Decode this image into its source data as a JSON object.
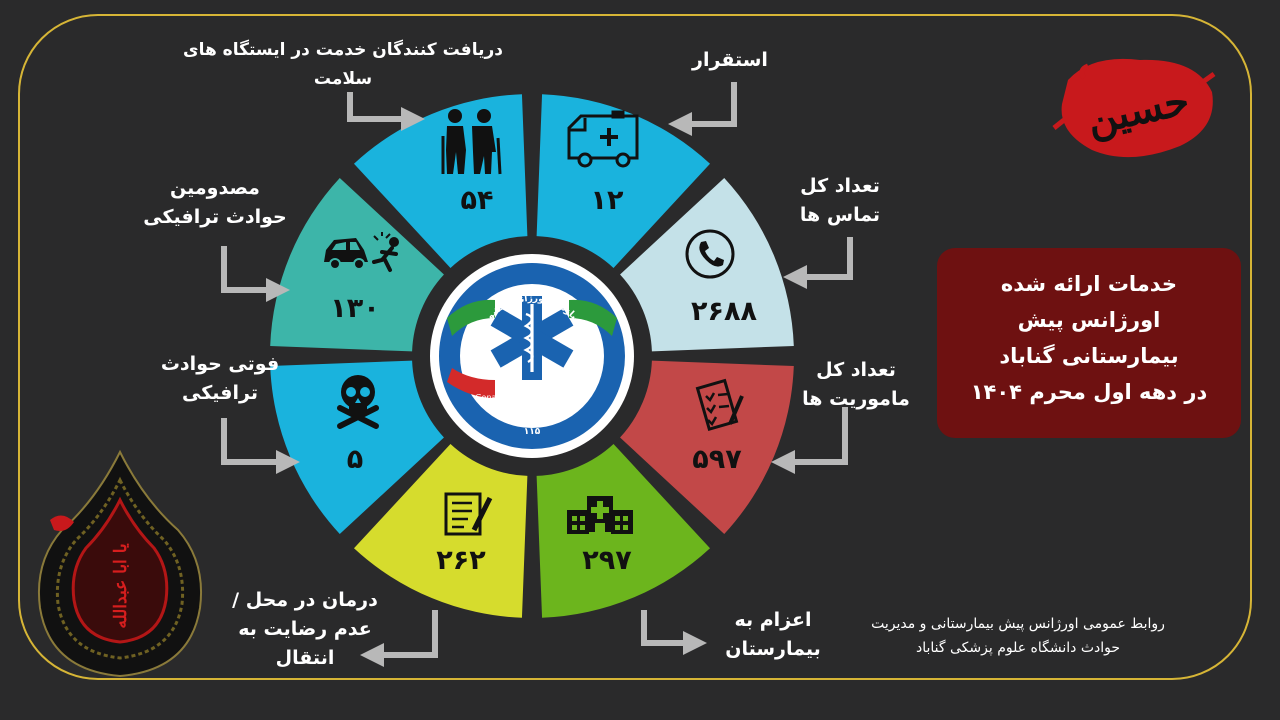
{
  "wheel": {
    "segments": [
      {
        "number": "۱۲",
        "icon": "ambulance-icon",
        "color": "#1ab3dd"
      },
      {
        "number": "۲۶۸۸",
        "icon": "phone-icon",
        "color": "#c4e1e8"
      },
      {
        "number": "۵۹۷",
        "icon": "clipboard-checklist-icon",
        "color": "#c24848"
      },
      {
        "number": "۲۹۷",
        "icon": "hospital-icon",
        "color": "#6cb51d"
      },
      {
        "number": "۲۶۲",
        "icon": "document-pen-icon",
        "color": "#d6dc2d"
      },
      {
        "number": "۵",
        "icon": "skull-crossbones-icon",
        "color": "#1ab3dd"
      },
      {
        "number": "۱۳۰",
        "icon": "car-accident-icon",
        "color": "#3db5a9"
      },
      {
        "number": "۵۴",
        "icon": "elderly-couple-icon",
        "color": "#1ab3dd"
      }
    ]
  },
  "labels": {
    "stabilization": "استقرار",
    "calls_line1": "تعداد کل",
    "calls_line2": "تماس ها",
    "missions_line1": "تعداد کل",
    "missions_line2": "ماموریت ها",
    "hospital_line1": "اعزام به",
    "hospital_line2": "بیمارستان",
    "onsite_line1": "درمان در محل /",
    "onsite_line2": "عدم رضایت به",
    "onsite_line3": "انتقال",
    "deaths_line1": "فوتی حوادث",
    "deaths_line2": "ترافیکی",
    "injured_line1": "مصدومین",
    "injured_line2": "حوادث ترافیکی",
    "health_line1": "دریافت کنندگان خدمت در ایستگاه های",
    "health_line2": "سلامت"
  },
  "logo": {
    "top_text": "سازمان اورژانس کشور",
    "english_text": "Gonabad Emergency Center",
    "persian_text": "اورژانس گناباد",
    "code": "۱۱۵"
  },
  "info_box": {
    "line1": "خدمات ارائه شده",
    "line2": "اورژانس پیش",
    "line3": "بیمارستانی گناباد",
    "line4": "در دهه اول محرم ۱۴۰۴"
  },
  "footer": {
    "line1": "روابط عمومی اورژانس پیش بیمارستانی و مدیریت",
    "line2": "حوادث دانشگاه علوم پزشکی گناباد"
  },
  "emblems": {
    "hussain_text": "حسین",
    "teardrop_text": "یا ابا عبدالله"
  },
  "colors": {
    "background": "#2a2a2b",
    "frame": "#d6b536",
    "info_box": "#6e1111",
    "arrow": "#b8b8b8",
    "logo_blue": "#1a63b0"
  }
}
